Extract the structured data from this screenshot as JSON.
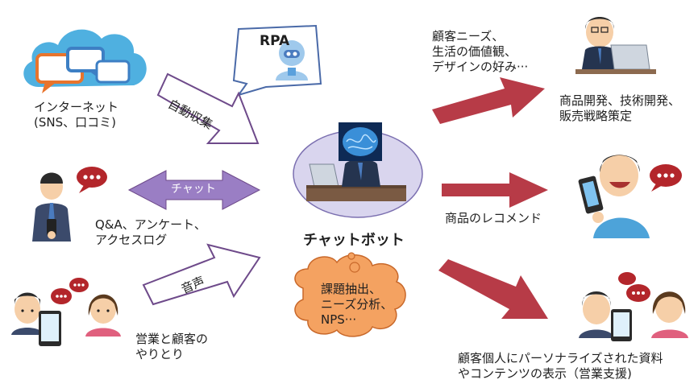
{
  "sources": {
    "internet": {
      "lines": [
        "インターネット",
        "(SNS、口コミ)"
      ]
    },
    "rpa": {
      "label": "RPA"
    },
    "auto_collect": {
      "label": "自動収集"
    },
    "chat_arrow": {
      "label": "チャット"
    },
    "qa": {
      "lines": [
        "Q&A、アンケート、",
        "アクセスログ"
      ]
    },
    "voice": {
      "label": "音声"
    },
    "sales": {
      "lines": [
        "営業と顧客の",
        "やりとり"
      ]
    }
  },
  "center": {
    "chatbot_label": "チャットボット",
    "analysis_lines": [
      "課題抽出、",
      "ニーズ分析、",
      "NPS···"
    ]
  },
  "outputs": {
    "needs": {
      "lines": [
        "顧客ニーズ、",
        "生活の価値観、",
        "デザインの好み···"
      ]
    },
    "product_dev": {
      "lines": [
        "商品開発、技術開発、",
        "販売戦略策定"
      ]
    },
    "recommend": {
      "label": "商品のレコメンド"
    },
    "personalized": {
      "lines": [
        "顧客個人にパーソナライズされた資料",
        "やコンテンツの表示（営業支援)"
      ]
    }
  },
  "colors": {
    "cloud": "#4fb0e0",
    "bubble_orange": "#e8742c",
    "bubble_blue": "#3d7fc4",
    "outline_arrow": "#6e4a8a",
    "chat_arrow": "#9a7ec4",
    "red_arrow": "#b73b47",
    "chatbot_ellipse": "#d9d5ee",
    "analysis_cloud": "#f4a261",
    "speech_bubble_dark": "#b3262b"
  }
}
